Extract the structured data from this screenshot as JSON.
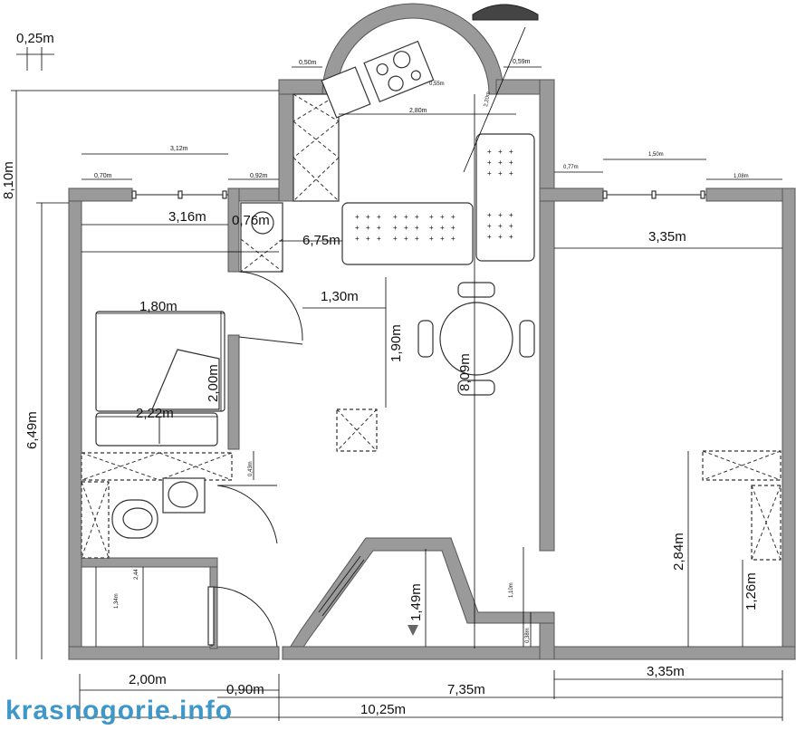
{
  "dimensions": {
    "top_left_gap": "0,25m",
    "total_height": "8,10m",
    "left_height": "6,49m",
    "left_top_width": "3,12m",
    "left_top_a": "0,70m",
    "left_top_b": "0,92m",
    "left_room_width": "3,16m",
    "hall_small": "0,76m",
    "kitchen_gap_left": "0,50m",
    "kitchen_gap_right": "0,59m",
    "kitchen_width": "2,80m",
    "kitchen_diag": "2,20m",
    "kitchen_stove": "0,55m",
    "right_top_a": "0,77m",
    "right_top_b": "1,50m",
    "right_top_c": "1,08m",
    "kitchen_area": "6,75m",
    "right_room_width": "3,35m",
    "bed_width": "1,80m",
    "bed_length": "2,00m",
    "hall_1_30": "1,30m",
    "hall_1_90": "1,90m",
    "center_height": "8,09m",
    "sofa_width": "2,22m",
    "bath_small": "0,43m",
    "right_lower_height": "2,84m",
    "right_lower_small": "1,26m",
    "wc_height": "1,34m",
    "wc_small": "2,44",
    "entrance_height": "1,49m",
    "bottom_small_1": "1,10m",
    "bottom_small_2": "0,38m",
    "bottom_left": "2,00m",
    "bottom_door": "0,90m",
    "bottom_mid": "7,35m",
    "bottom_right": "3,35m",
    "bottom_total": "10,25m"
  },
  "watermark": "krasnogorie.info"
}
